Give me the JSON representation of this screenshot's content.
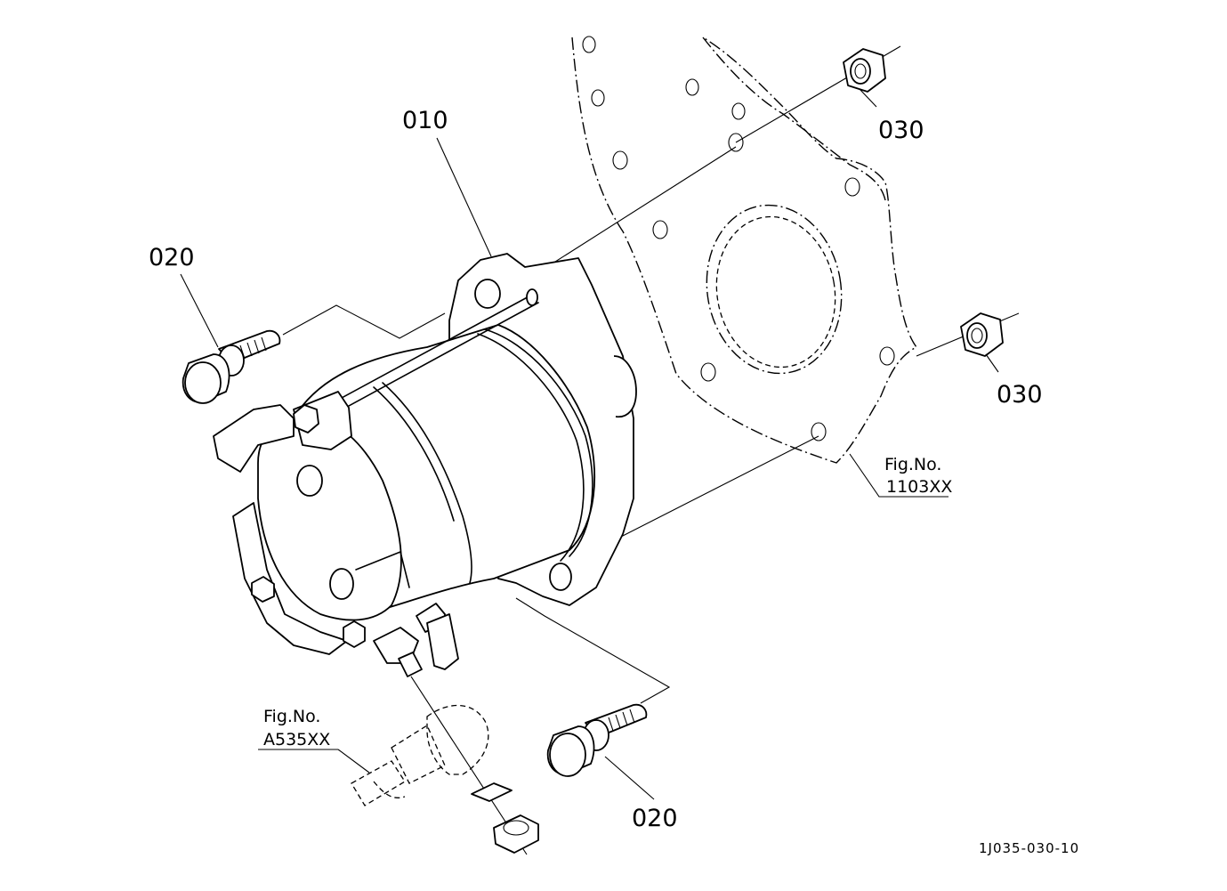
{
  "drawing": {
    "number": "1J035-030-10"
  },
  "callouts": {
    "starter": "010",
    "bolt_upper": "020",
    "bolt_lower": "020",
    "nut_upper": "030",
    "nut_lower": "030"
  },
  "references": {
    "flywheel_housing": {
      "label": "Fig.No.",
      "number": "1103XX"
    },
    "wiring_harness": {
      "label": "Fig.No.",
      "number": "A535XX"
    }
  }
}
